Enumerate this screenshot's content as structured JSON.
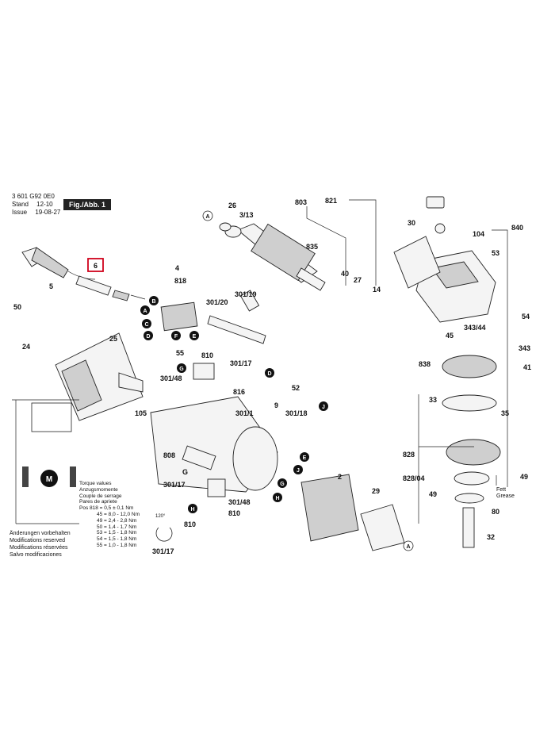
{
  "header": {
    "doc_number": "3 601 G92 0E0",
    "stand_label": "Stand",
    "stand_value": "12-10",
    "issue_label": "Issue",
    "issue_value": "19-08-27",
    "figure_label": "Fig./Abb. 1"
  },
  "highlight_label": "6",
  "part_labels": [
    "26",
    "3/13",
    "803",
    "821",
    "30",
    "840",
    "104",
    "53",
    "835",
    "40",
    "27",
    "14",
    "4",
    "818",
    "B",
    "A",
    "301/20",
    "301/19",
    "54",
    "343/44",
    "343",
    "41",
    "45",
    "838",
    "50",
    "24",
    "25",
    "55",
    "810",
    "301/17",
    "G",
    "301/48",
    "816",
    "D",
    "52",
    "J",
    "33",
    "35",
    "828",
    "828/04",
    "49",
    "80",
    "32",
    "301/1",
    "9",
    "301/18",
    "105",
    "808",
    "E",
    "F",
    "C",
    "2",
    "29",
    "H",
    "301/17",
    "810",
    "301/48",
    "5"
  ],
  "circle_labels": [
    "A",
    "B",
    "C",
    "D",
    "E",
    "F",
    "G",
    "H",
    "J"
  ],
  "torque": {
    "title_lines": [
      "Torque values",
      "Anzugsmomente",
      "Couple de serrage",
      "Pares de apriete"
    ],
    "rows": [
      {
        "pos": "Pos 818 =",
        "val": "0,5 ± 0,1 Nm"
      },
      {
        "pos": "45 =",
        "val": "8,0 - 12,0 Nm"
      },
      {
        "pos": "49 =",
        "val": "2,4 - 2,8 Nm"
      },
      {
        "pos": "50 =",
        "val": "1,4 - 1,7 Nm"
      },
      {
        "pos": "53 =",
        "val": "1,5 - 1,8 Nm"
      },
      {
        "pos": "54 =",
        "val": "1,5 - 1,8 Nm"
      },
      {
        "pos": "55 =",
        "val": "1,0 - 1,8 Nm"
      }
    ]
  },
  "notes": [
    "Änderungen vorbehalten",
    "Modifications reserved",
    "Modifications réservées",
    "Salvo modificaciones"
  ],
  "grease_label": "Fett\nGrease",
  "angle_label": "120°",
  "motor_label": "M"
}
